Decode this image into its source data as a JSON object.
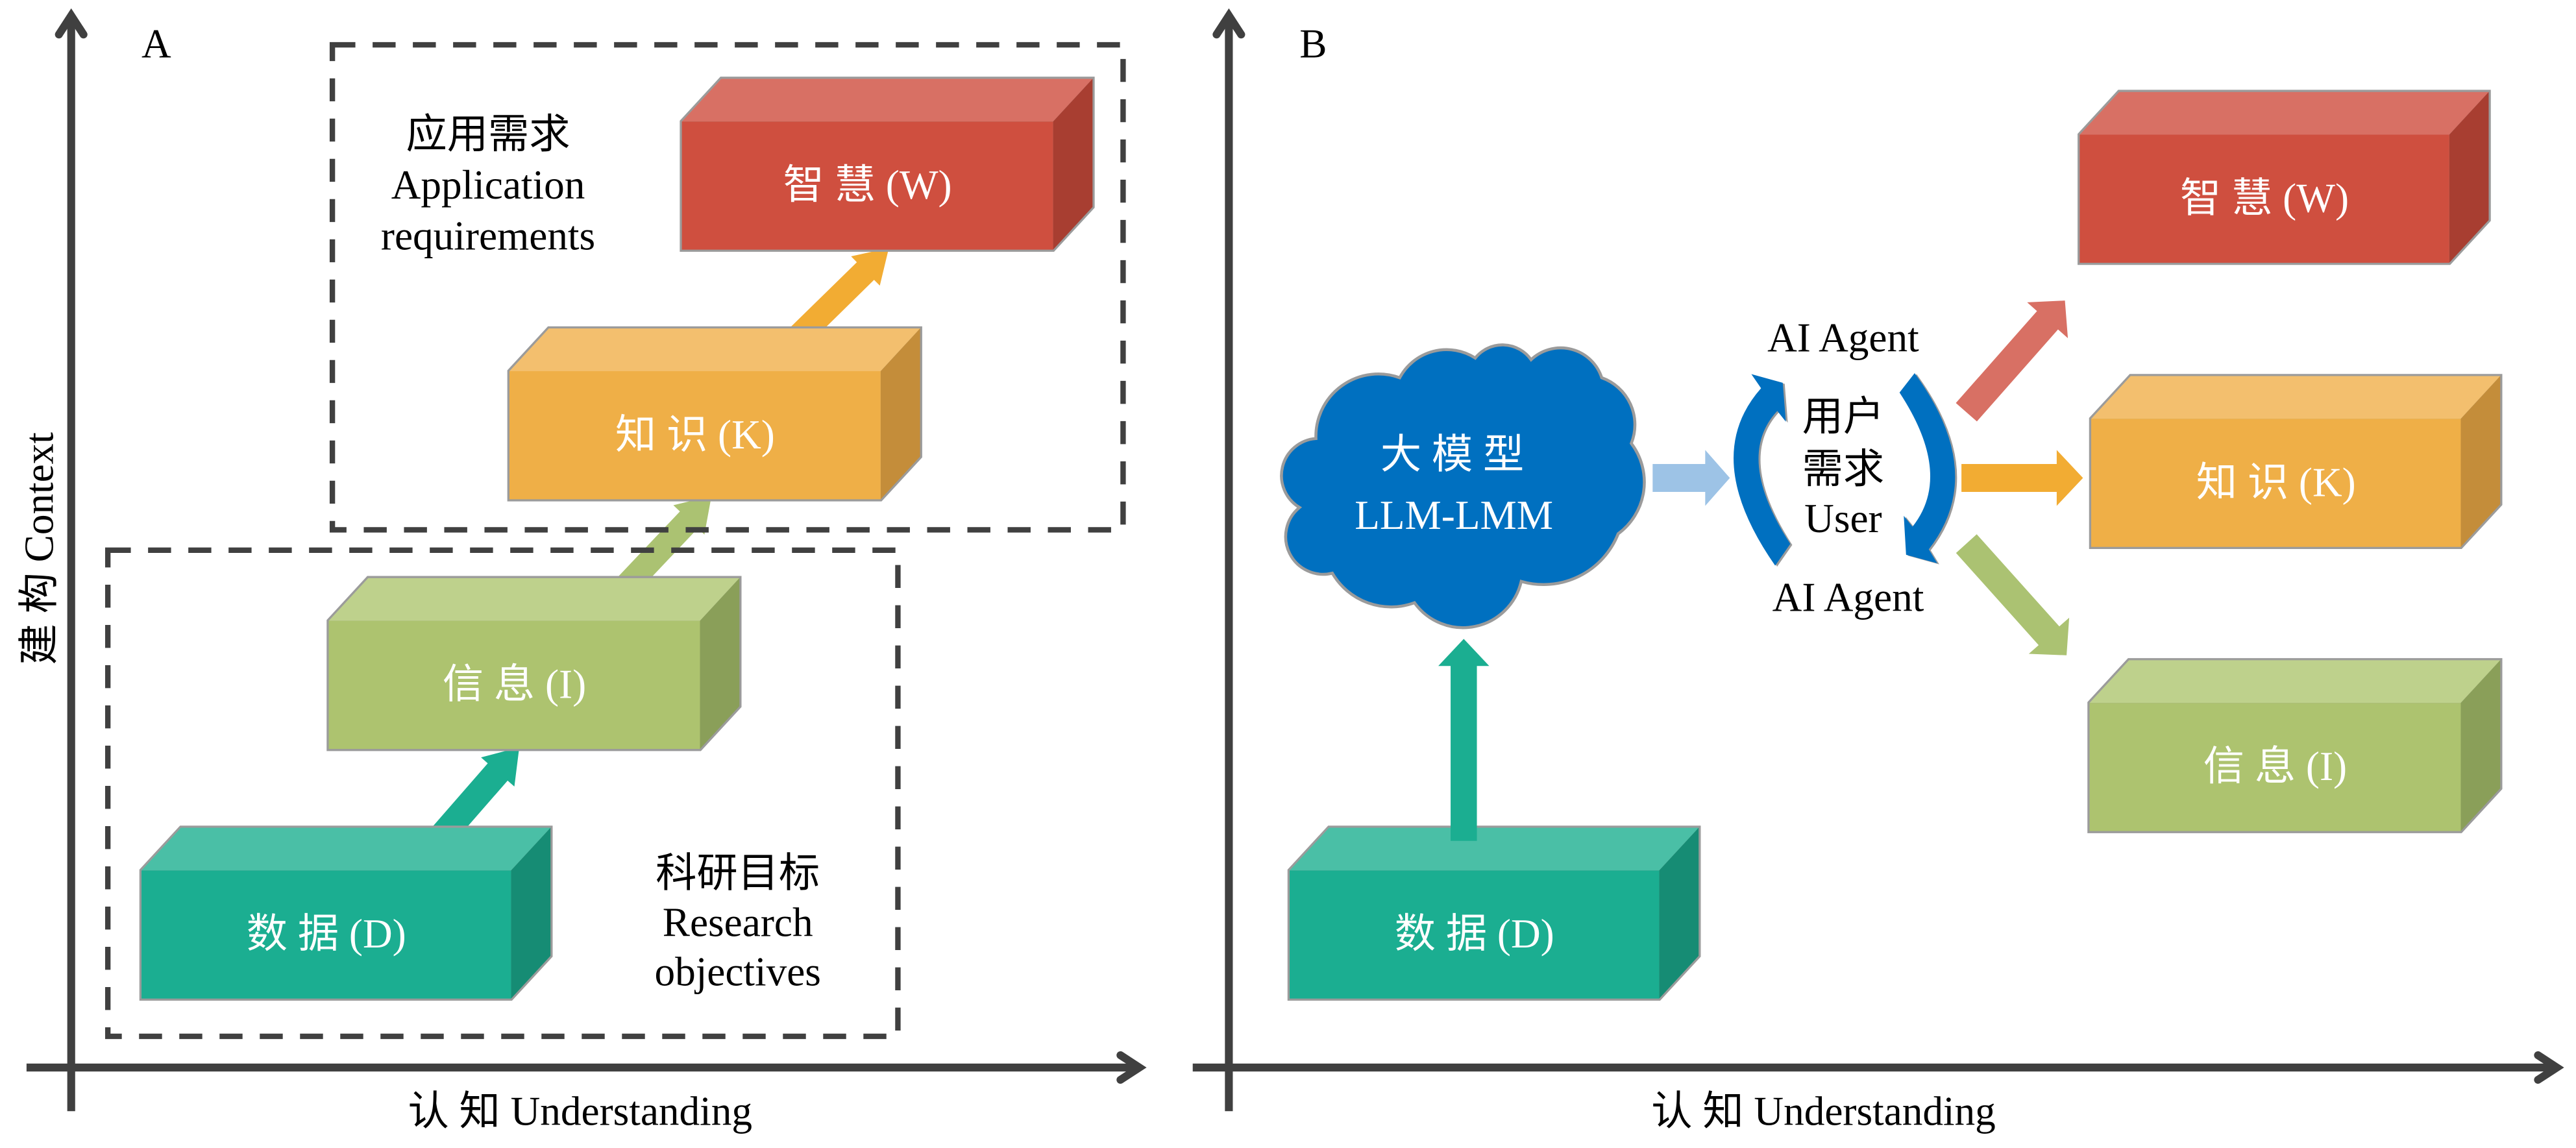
{
  "panel_a": {
    "label": "A",
    "axes": {
      "y_label": "建 构 Context",
      "x_label": "认 知 Understanding"
    },
    "zones": {
      "application": {
        "title_zh": "应用需求",
        "title_en_line1": "Application",
        "title_en_line2": "requirements"
      },
      "research": {
        "title_zh": "科研目标",
        "title_en_line1": "Research",
        "title_en_line2": "objectives"
      }
    },
    "boxes": {
      "wisdom": "智 慧 (W)",
      "knowledge": "知 识 (K)",
      "information": "信 息 (I)",
      "data": "数 据 (D)"
    }
  },
  "panel_b": {
    "label": "B",
    "axes": {
      "x_label": "认 知 Understanding"
    },
    "cloud": {
      "title_zh": "大 模 型",
      "title_en": "LLM-LMM"
    },
    "agent_top": "AI Agent",
    "agent_bottom": "AI Agent",
    "user": {
      "line1": "用户",
      "line2": "需求",
      "line3": "User"
    },
    "boxes": {
      "wisdom": "智 慧 (W)",
      "knowledge": "知 识 (K)",
      "information": "信 息 (I)",
      "data": "数 据 (D)"
    }
  },
  "colors": {
    "background": "#FFFFFF",
    "axis": "#404040",
    "dashed_border": "#404040",
    "outline": "#9B9B9B",
    "text_dark": "#000000",
    "text_light": "#FFFFFF",
    "wisdom": {
      "front": "#CF4F3F",
      "top": "#D87064",
      "side": "#A83E31"
    },
    "knowledge": {
      "front": "#EFAF47",
      "top": "#F3BF6E",
      "side": "#C48D3A"
    },
    "information": {
      "front": "#ADC36F",
      "top": "#BED18C",
      "side": "#8A9F59"
    },
    "data": {
      "front": "#1BAE91",
      "top": "#4ABFA6",
      "side": "#168C74"
    },
    "cloud": "#0070C0",
    "cycle_arrows": "#0070C0",
    "arrow_to_cycle": "#9DC3E6",
    "arrow_teal": "#1BAE91",
    "arrow_green": "#ABC272",
    "arrow_orange": "#F2AC33",
    "arrow_red": "#D87064"
  }
}
